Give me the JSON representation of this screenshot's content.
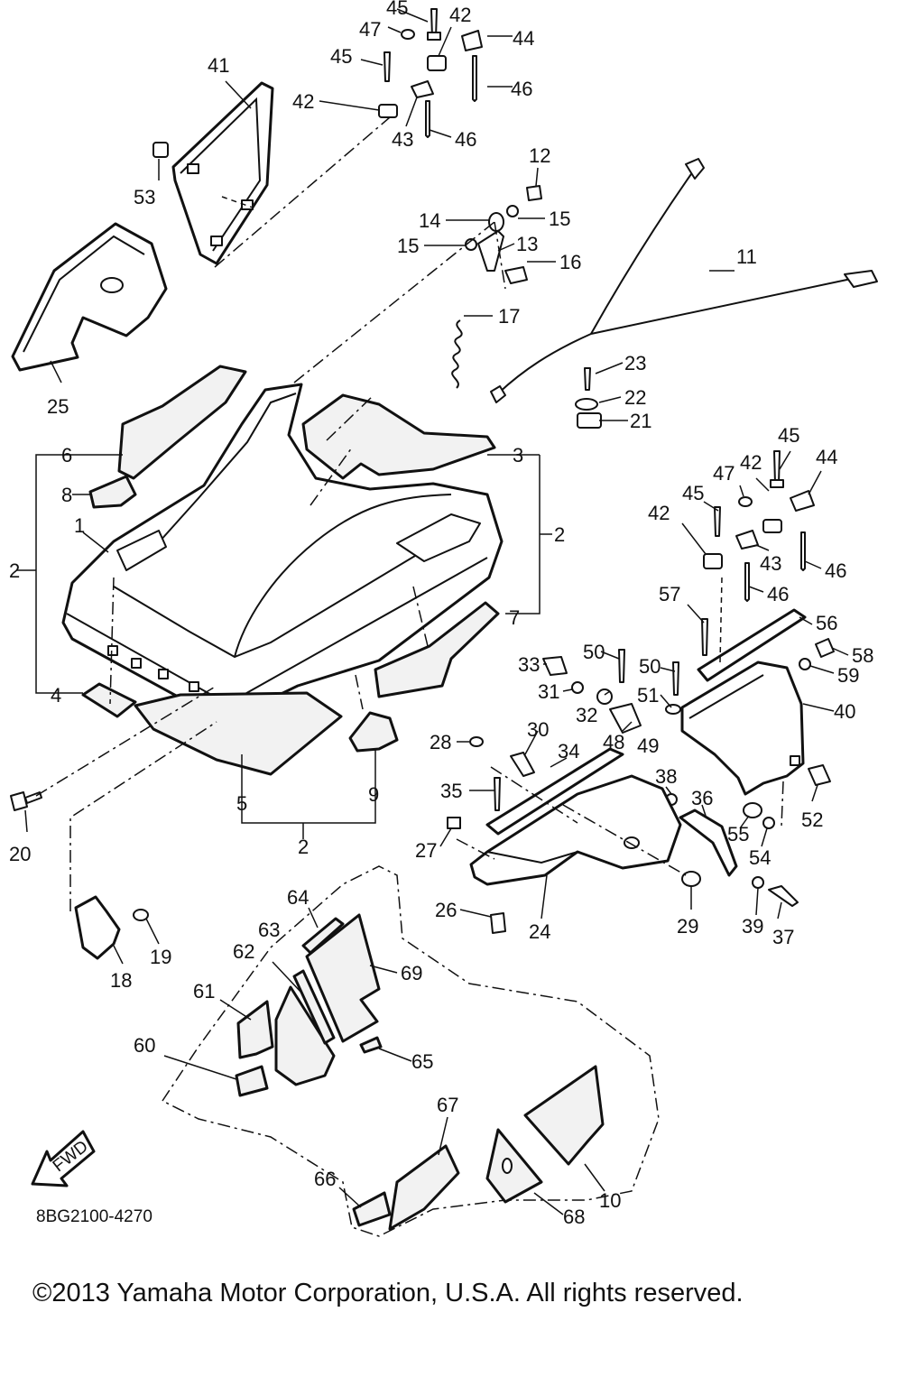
{
  "diagram": {
    "part_code": "8BG2100-4270",
    "copyright": "©2013 Yamaha Motor Corporation, U.S.A. All rights reserved.",
    "fwd_label": "FWD",
    "callouts": {
      "c1": "1",
      "c2a": "2",
      "c2b": "2",
      "c2c": "2",
      "c3": "3",
      "c4": "4",
      "c5": "5",
      "c6": "6",
      "c7": "7",
      "c8": "8",
      "c9": "9",
      "c10": "10",
      "c11": "11",
      "c12": "12",
      "c13": "13",
      "c14": "14",
      "c15a": "15",
      "c15b": "15",
      "c16": "16",
      "c17": "17",
      "c18": "18",
      "c19": "19",
      "c20": "20",
      "c21": "21",
      "c22": "22",
      "c23": "23",
      "c24": "24",
      "c25": "25",
      "c26": "26",
      "c27": "27",
      "c28": "28",
      "c29": "29",
      "c30": "30",
      "c31": "31",
      "c32": "32",
      "c33": "33",
      "c34": "34",
      "c35": "35",
      "c36": "36",
      "c37": "37",
      "c38": "38",
      "c39": "39",
      "c40": "40",
      "c41": "41",
      "c42a": "42",
      "c42b": "42",
      "c42c": "42",
      "c42d": "42",
      "c43a": "43",
      "c43b": "43",
      "c44a": "44",
      "c44b": "44",
      "c45a": "45",
      "c45b": "45",
      "c45c": "45",
      "c45d": "45",
      "c46a": "46",
      "c46b": "46",
      "c46c": "46",
      "c46d": "46",
      "c47a": "47",
      "c47b": "47",
      "c48": "48",
      "c49": "49",
      "c50a": "50",
      "c50b": "50",
      "c51": "51",
      "c52": "52",
      "c53": "53",
      "c54": "54",
      "c55": "55",
      "c56": "56",
      "c57": "57",
      "c58": "58",
      "c59": "59",
      "c60": "60",
      "c61": "61",
      "c62": "62",
      "c63": "63",
      "c64": "64",
      "c65": "65",
      "c66": "66",
      "c67": "67",
      "c68": "68",
      "c69": "69"
    }
  }
}
